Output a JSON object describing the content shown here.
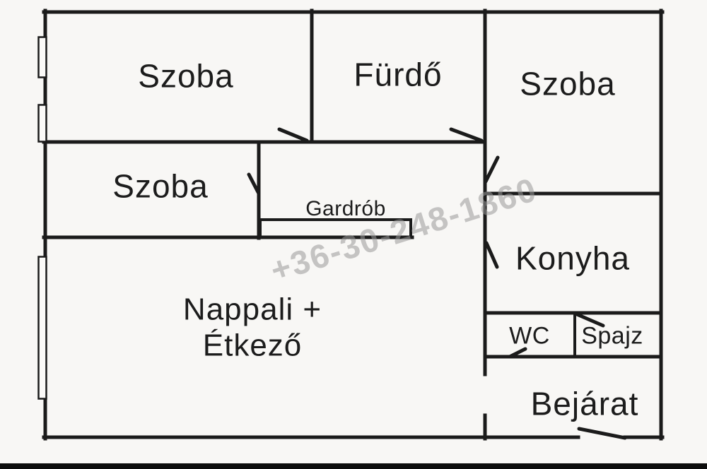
{
  "colors": {
    "background": "#f8f7f5",
    "wall": "#1b1b1b",
    "label": "#1c1c1c",
    "watermark": "#9a9a9a",
    "window_fill": "#fbfaf8",
    "photo_bar": "#0d0d0d"
  },
  "watermark": {
    "text": "+36-30-248-1860"
  },
  "rooms": {
    "szoba1": {
      "label": "Szoba"
    },
    "furdo": {
      "label": "Fürdő"
    },
    "szoba3": {
      "label": "Szoba"
    },
    "szoba2": {
      "label": "Szoba"
    },
    "gardrob": {
      "label": "Gardrób"
    },
    "nappali": {
      "line1": "Nappali +",
      "line2": "Étkező"
    },
    "konyha": {
      "label": "Konyha"
    },
    "wc": {
      "label": "WC"
    },
    "spajz": {
      "label": "Spajz"
    },
    "bejarat": {
      "label": "Bejárat"
    }
  }
}
